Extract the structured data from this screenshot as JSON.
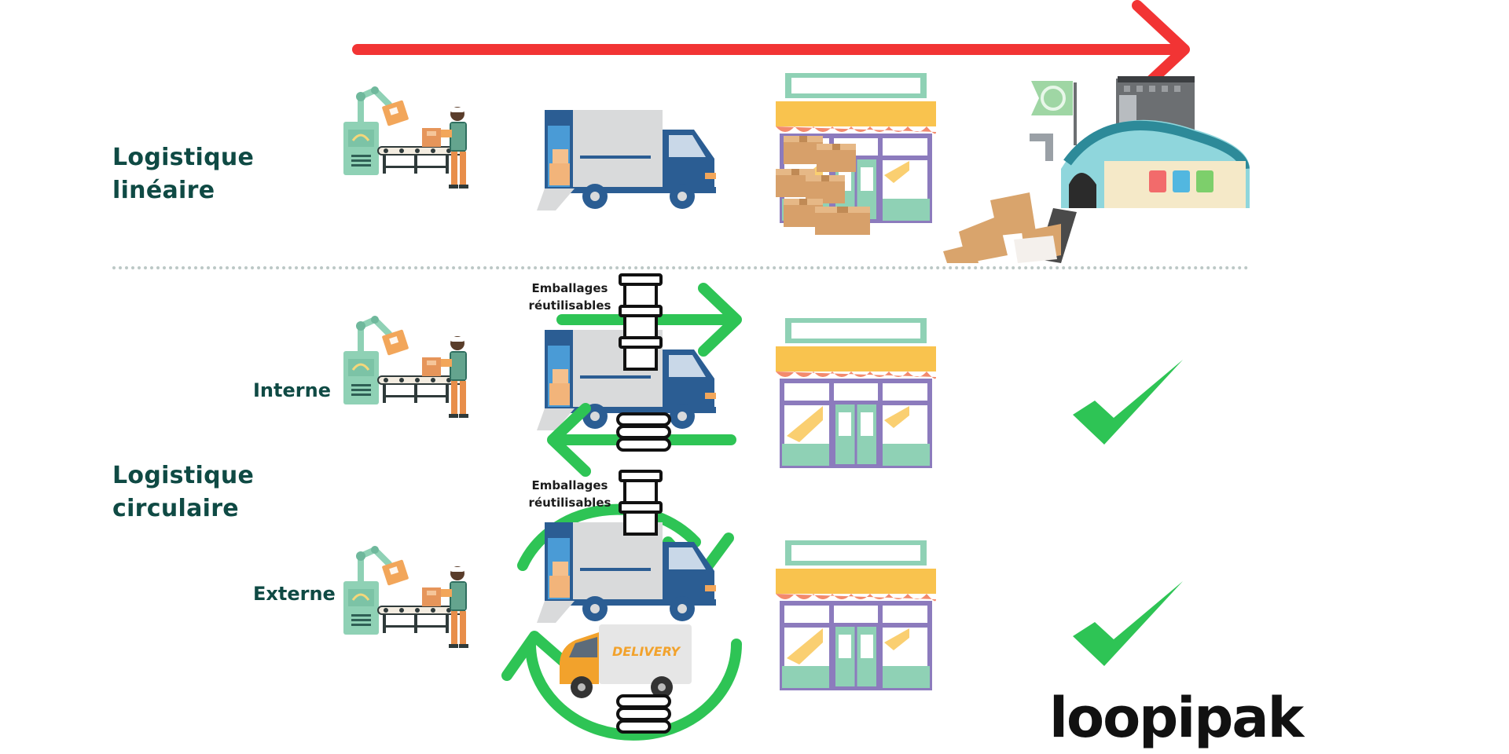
{
  "linear": {
    "title_line1": "Logistique",
    "title_line2": "linéaire"
  },
  "circular": {
    "title_line1": "Logistique",
    "title_line2": "circulaire",
    "internal_label": "Interne",
    "external_label": "Externe",
    "pack_label_line1": "Emballages",
    "pack_label_line2": "réutilisables",
    "delivery_text": "DELIVERY"
  },
  "brand": {
    "name": "loopipak"
  },
  "colors": {
    "title": "#0f4a44",
    "linear_arrow": "#f23434",
    "circular_arrow": "#2ec455",
    "check": "#2ec455",
    "truck_blue": "#2b5d93",
    "store_awning": "#f9c34e",
    "store_frame": "#8c7bbd",
    "machine_green": "#8fd1b5"
  },
  "icons": {
    "factory": "factory-robot-icon",
    "truck": "box-truck-icon",
    "store": "storefront-icon",
    "recycling": "recycling-plant-icon",
    "check": "checkmark-icon",
    "package": "reusable-package-icon",
    "van": "delivery-van-icon"
  }
}
